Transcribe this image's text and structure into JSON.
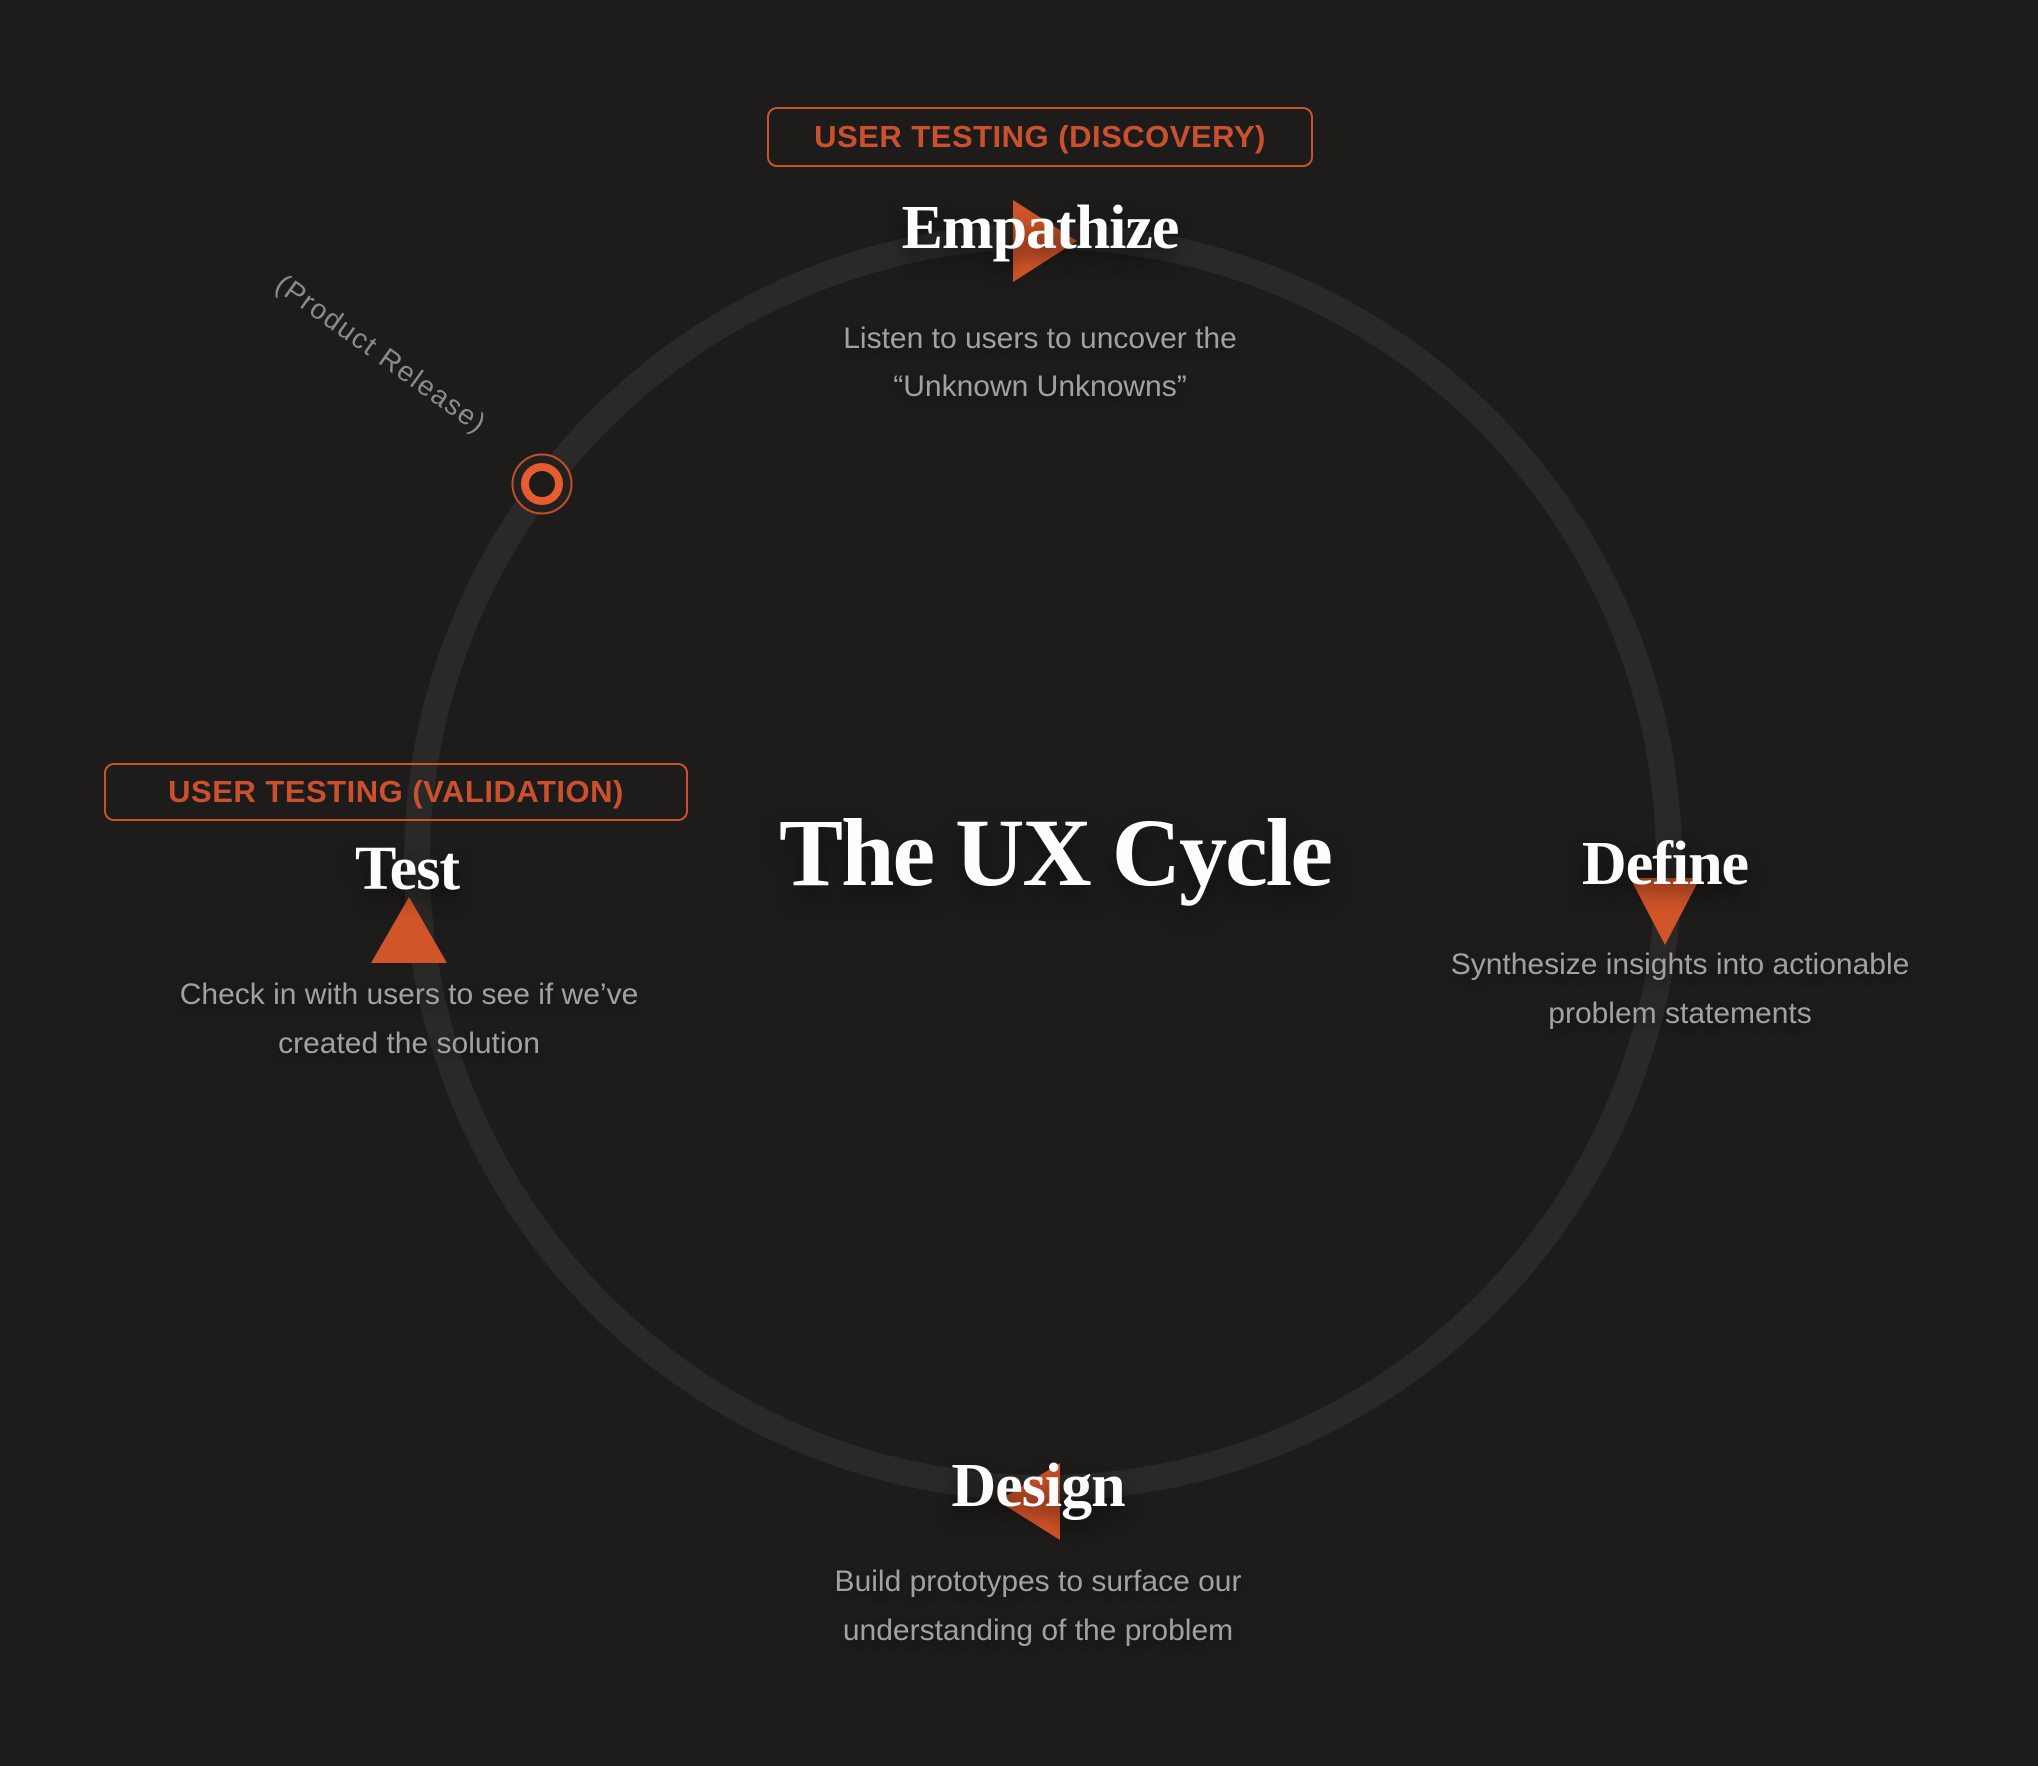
{
  "title": "The UX Cycle",
  "colors": {
    "background": "#1e1c1b",
    "ring": "#2b2928",
    "accent_orange": "#d25429",
    "badge_orange": "#cb512e",
    "marker_orange": "#e65c2e",
    "marker_outline": "#c24f2b",
    "heading_white": "#fdfdfd",
    "description_gray": "#a2a1a0",
    "annotation_gray": "#8d8b8a"
  },
  "badges": {
    "discovery": "USER TESTING (DISCOVERY)",
    "validation": "USER TESTING (VALIDATION)"
  },
  "stages": {
    "empathize": {
      "label": "Empathize",
      "line1": "Listen to users to uncover the",
      "line2": "“Unknown Unknowns”",
      "arrow_direction": "right"
    },
    "define": {
      "label": "Define",
      "line1": "Synthesize insights into actionable",
      "line2": "problem statements",
      "arrow_direction": "down"
    },
    "design": {
      "label": "Design",
      "line1": "Build prototypes to surface our",
      "line2": "understanding of the problem",
      "arrow_direction": "left"
    },
    "test": {
      "label": "Test",
      "line1": "Check in with users to see if we’ve",
      "line2": "created the solution",
      "arrow_direction": "up"
    }
  },
  "annotation": {
    "product_release": "(Product Release)"
  }
}
